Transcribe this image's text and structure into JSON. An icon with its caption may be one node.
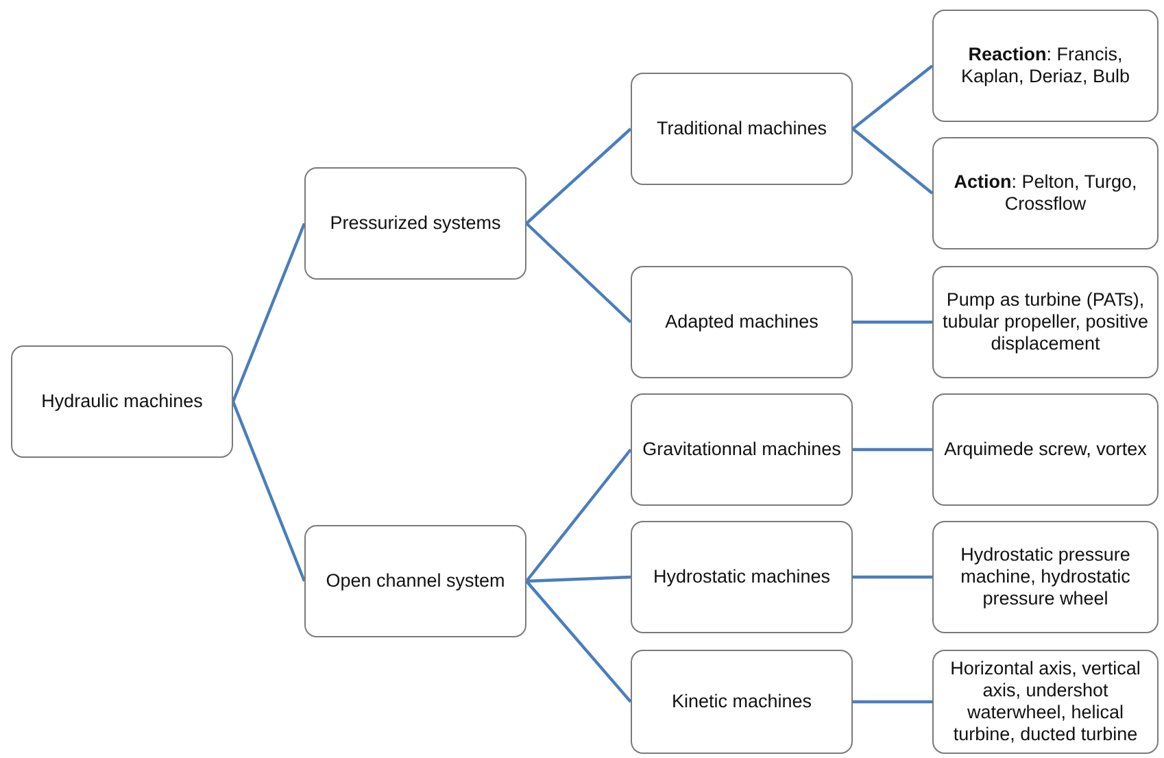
{
  "diagram": {
    "nodes": [
      {
        "text": [
          "Hydraulic machines"
        ]
      },
      {
        "text": [
          "Pressurized systems"
        ]
      },
      {
        "text": [
          "Open channel system"
        ]
      },
      {
        "text": [
          "Traditional machines"
        ]
      },
      {
        "text": [
          "Adapted machines"
        ]
      },
      {
        "text": [
          "Gravitationnal machines"
        ]
      },
      {
        "text": [
          "Hydrostatic machines"
        ]
      },
      {
        "text": [
          "Kinetic machines"
        ]
      },
      {
        "text": [
          "**Reaction**: Francis, Kaplan, Deriaz, Bulb"
        ]
      },
      {
        "text": [
          "**Action**: Pelton, Turgo, Crossflow"
        ]
      },
      {
        "text": [
          "Pump as turbine (PATs), tubular propeller, positive displacement"
        ]
      },
      {
        "text": [
          "Arquimede screw, vortex"
        ]
      },
      {
        "text": [
          "Hydrostatic pressure machine, hydrostatic pressure wheel"
        ]
      },
      {
        "text": [
          "Horizontal axis, vertical axis, undershot waterwheel, helical turbine, ducted turbine"
        ]
      }
    ],
    "edges": [
      {
        "from": 0,
        "to": 1,
        "arrow": "none"
      },
      {
        "from": 0,
        "to": 2,
        "arrow": "none"
      },
      {
        "from": 1,
        "to": 3,
        "arrow": "none"
      },
      {
        "from": 1,
        "to": 4,
        "arrow": "none"
      },
      {
        "from": 2,
        "to": 5,
        "arrow": "none"
      },
      {
        "from": 2,
        "to": 6,
        "arrow": "none"
      },
      {
        "from": 2,
        "to": 7,
        "arrow": "none"
      },
      {
        "from": 3,
        "to": 8,
        "arrow": "none"
      },
      {
        "from": 3,
        "to": 9,
        "arrow": "none"
      },
      {
        "from": 4,
        "to": 10,
        "arrow": "none"
      },
      {
        "from": 5,
        "to": 11,
        "arrow": "none"
      },
      {
        "from": 6,
        "to": 12,
        "arrow": "none"
      },
      {
        "from": 7,
        "to": 13,
        "arrow": "none"
      }
    ]
  }
}
